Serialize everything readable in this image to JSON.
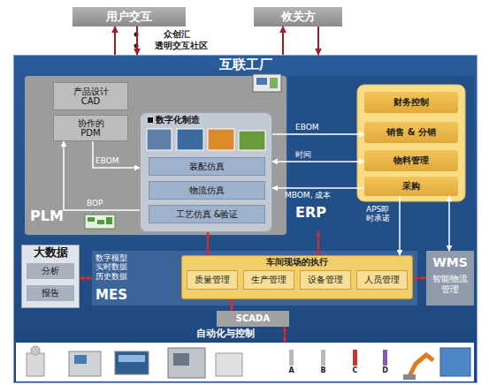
{
  "diagram": {
    "nodes": [
      {
        "text": [
          "用户交互"
        ]
      },
      {
        "text": [
          "攸关方"
        ]
      },
      {
        "text": [
          "互联工厂"
        ]
      },
      {
        "text": [
          "PLM"
        ],
        "in": 2
      },
      {
        "text": [
          "产品设计 CAD"
        ],
        "in": 3
      },
      {
        "text": [
          "协作的 PDM"
        ],
        "in": 3
      },
      {
        "text": [
          "数字化制造"
        ],
        "in": 3
      },
      {
        "text": [
          "装配仿真"
        ],
        "in": 6
      },
      {
        "text": [
          "物流仿真"
        ],
        "in": 6
      },
      {
        "text": [
          "工艺仿真 &验证"
        ],
        "in": 6
      },
      {
        "text": [
          "ERP"
        ],
        "in": 2
      },
      {
        "text": [
          "财务控制"
        ],
        "in": 10
      },
      {
        "text": [
          "销售 & 分销"
        ],
        "in": 10
      },
      {
        "text": [
          "物料管理"
        ],
        "in": 10
      },
      {
        "text": [
          "采购"
        ],
        "in": 10
      },
      {
        "text": [
          "大数据"
        ],
        "in": 2
      },
      {
        "text": [
          "分析"
        ],
        "in": 15
      },
      {
        "text": [
          "报告"
        ],
        "in": 15
      },
      {
        "text": [
          "MES",
          "数字模型 实时数据 历史数据"
        ],
        "in": 2
      },
      {
        "text": [
          "车间现场的执行"
        ],
        "in": 18
      },
      {
        "text": [
          "质量管理"
        ],
        "in": 19
      },
      {
        "text": [
          "生产管理"
        ],
        "in": 19
      },
      {
        "text": [
          "设备管理"
        ],
        "in": 19
      },
      {
        "text": [
          "人员管理"
        ],
        "in": 19
      },
      {
        "text": [
          "WMS",
          "智能物流管理"
        ],
        "in": 2
      },
      {
        "text": [
          "SCADA"
        ],
        "in": 2
      },
      {
        "text": [
          "自动化与控制"
        ],
        "in": 2
      }
    ],
    "edges": [
      {
        "from": 2,
        "to": 0,
        "arrow": "to"
      },
      {
        "from": 0,
        "to": 2,
        "arrow": "to"
      },
      {
        "from": 2,
        "to": 1,
        "arrow": "to"
      },
      {
        "from": 1,
        "to": 2,
        "arrow": "to"
      },
      {
        "from": 5,
        "to": 6,
        "label": "EBOM",
        "arrow": "to"
      },
      {
        "from": 6,
        "to": 5,
        "label": "BOP",
        "arrow": "to"
      },
      {
        "from": 6,
        "to": 12,
        "label": "EBOM",
        "arrow": "to"
      },
      {
        "from": 6,
        "to": 13,
        "label": "时间",
        "arrow": "both"
      },
      {
        "from": 14,
        "to": 6,
        "label": "MBOM, 成本",
        "arrow": "to"
      },
      {
        "from": 14,
        "to": 19,
        "label": "APS即时承诺",
        "arrow": "to"
      },
      {
        "from": 14,
        "to": 24,
        "arrow": "both"
      },
      {
        "from": 6,
        "to": 19,
        "arrow": "both"
      },
      {
        "from": 10,
        "to": 19,
        "arrow": "both"
      },
      {
        "from": 15,
        "to": 18,
        "arrow": "both"
      },
      {
        "from": 19,
        "to": 24,
        "arrow": "both"
      },
      {
        "from": 19,
        "to": 25,
        "arrow": "both"
      },
      {
        "from": 25,
        "to": 26,
        "arrow": "both"
      }
    ],
    "labels": [
      "众创汇",
      "透明交互社区",
      "A",
      "B",
      "C",
      "D"
    ]
  }
}
